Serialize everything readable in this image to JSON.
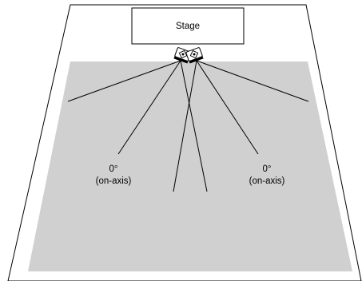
{
  "stage": {
    "label": "Stage"
  },
  "left_zone": {
    "angle_label": "0°",
    "axis_label": "(on-axis)"
  },
  "right_zone": {
    "angle_label": "0°",
    "axis_label": "(on-axis)"
  },
  "colors": {
    "audience_area": "#d0d0d0",
    "lines": "#000000",
    "background": "#ffffff"
  }
}
